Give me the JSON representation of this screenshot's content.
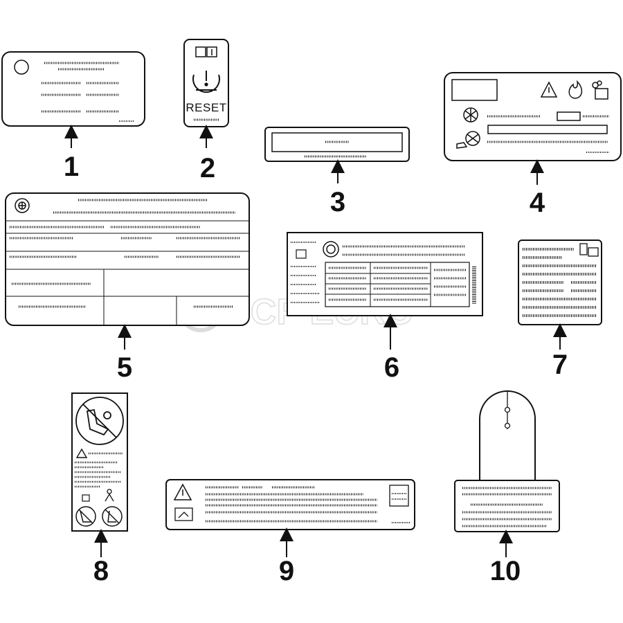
{
  "labels": {
    "l1": "1",
    "l2": "2",
    "l3": "3",
    "l4": "4",
    "l5": "5",
    "l6": "6",
    "l7": "7",
    "l8": "8",
    "l9": "9",
    "l10": "10"
  },
  "reset_text": "RESET",
  "watermark": "FCP EURO",
  "colors": {
    "line": "#111111",
    "watermark": "#d9d9d9"
  }
}
